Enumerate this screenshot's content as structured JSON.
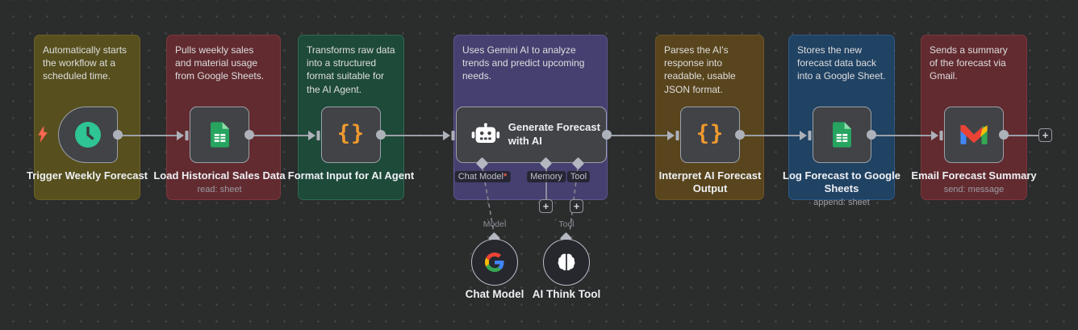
{
  "stickies": [
    {
      "text": "Automatically starts the workflow at a scheduled time.",
      "color": "#57501e"
    },
    {
      "text": "Pulls weekly sales and material usage from Google Sheets.",
      "color": "#622b30"
    },
    {
      "text": "Transforms raw data into a structured format suitable for the AI Agent.",
      "color": "#1e4a39"
    },
    {
      "text": "Uses Gemini AI to analyze trends and predict upcoming needs.",
      "color": "#454070"
    },
    {
      "text": "Parses the AI's response into readable, usable JSON format.",
      "color": "#59451d"
    },
    {
      "text": "Stores the new forecast data back into a Google Sheet.",
      "color": "#204263"
    },
    {
      "text": "Sends a summary of the forecast via Gmail.",
      "color": "#622b30"
    }
  ],
  "nodes": [
    {
      "name": "Trigger Weekly Forecast",
      "icon": "clock-icon"
    },
    {
      "name": "Load Historical Sales Data",
      "subtitle": "read: sheet",
      "icon": "google-sheets-icon"
    },
    {
      "name": "Format Input for AI Agent",
      "icon": "code-braces-icon"
    },
    {
      "name": "Generate Forecast with AI",
      "icon": "robot-icon"
    },
    {
      "name": "Interpret AI Forecast Output",
      "icon": "code-braces-icon"
    },
    {
      "name": "Log Forecast to Google Sheets",
      "subtitle": "append: sheet",
      "icon": "google-sheets-icon"
    },
    {
      "name": "Email Forecast Summary",
      "subtitle": "send: message",
      "icon": "gmail-icon"
    }
  ],
  "agent": {
    "ports": {
      "chat_model": "Chat Model",
      "required_marker": "*",
      "memory": "Memory",
      "tool": "Tool"
    }
  },
  "sub": {
    "model_port_label": "Model",
    "tool_port_label": "Tool"
  },
  "subnodes": [
    {
      "name": "Chat Model",
      "icon": "google-g-icon"
    },
    {
      "name": "AI Think Tool",
      "icon": "brain-icon"
    }
  ],
  "symbols": {
    "plus": "+",
    "code_braces": "{}"
  },
  "colors": {
    "canvas": "#2b2c2c",
    "node_body": "#414347",
    "node_border": "#9aa0a8",
    "connection": "#9ba0a8",
    "title_text": "#eef0f3",
    "subtitle_text": "#9a9da4",
    "braces_orange": "#f09a2e",
    "clock_teal": "#2ec493",
    "lightning_orange": "#ff6752",
    "sheets_green": "#27a560",
    "required_red": "#e25d48"
  }
}
